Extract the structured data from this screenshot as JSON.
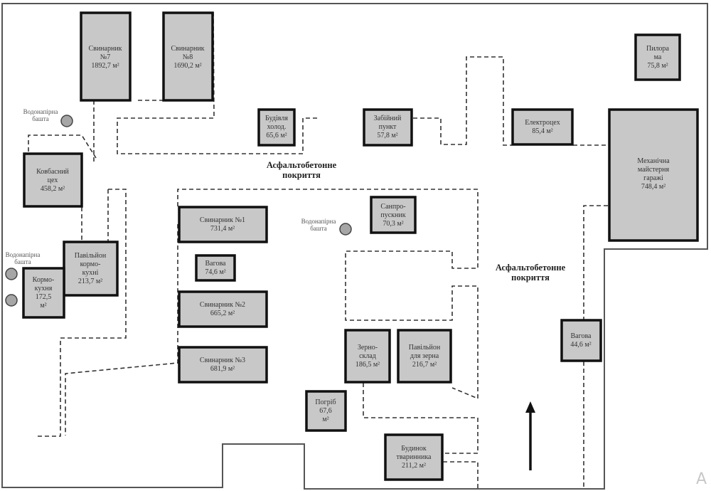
{
  "title": "Site plan of farm buildings",
  "buildings": [
    {
      "id": "svynarnyk-7",
      "lines": [
        "Свинарник",
        "№7",
        "1892,7 м²"
      ]
    },
    {
      "id": "svynarnyk-8",
      "lines": [
        "Свинарник",
        "№8",
        "1690,2 м²"
      ]
    },
    {
      "id": "kovbasnyi-tsekh",
      "lines": [
        "Ковбасний",
        "цех",
        "458,2 м²"
      ]
    },
    {
      "id": "pavilion-kormokukhni",
      "lines": [
        "Павільйон",
        "кормо-",
        "кухні",
        "213,7 м²"
      ]
    },
    {
      "id": "kormokukhnia",
      "lines": [
        "Кормо-",
        "кухня",
        "172,5",
        "м²"
      ]
    },
    {
      "id": "budivlia-kholod",
      "lines": [
        "Будівля",
        "холод.",
        "65,6 м²"
      ]
    },
    {
      "id": "zabiinyi-punkt",
      "lines": [
        "Забійний",
        "пункт",
        "57,8 м²"
      ]
    },
    {
      "id": "elektrotsekh",
      "lines": [
        "Електроцех",
        "85,4 м²"
      ]
    },
    {
      "id": "pylorama",
      "lines": [
        "Пилора",
        "ма",
        "75,8 м²"
      ]
    },
    {
      "id": "mekh-maisternia",
      "lines": [
        "Механічна",
        "майстерня",
        "гаражі",
        "748,4 м²"
      ]
    },
    {
      "id": "svynarnyk-1",
      "lines": [
        "Свинарник №1",
        "731,4 м²"
      ]
    },
    {
      "id": "vagova-1",
      "lines": [
        "Вагова",
        "74,6 м²"
      ]
    },
    {
      "id": "svynarnyk-2",
      "lines": [
        "Свинарник №2",
        "665,2 м²"
      ]
    },
    {
      "id": "svynarnyk-3",
      "lines": [
        "Свинарник №3",
        "681,9 м²"
      ]
    },
    {
      "id": "sanpropusknyk",
      "lines": [
        "Санпро-",
        "пускник",
        "70,3 м²"
      ]
    },
    {
      "id": "zernosklad",
      "lines": [
        "Зерно-",
        "склад",
        "186,5 м²"
      ]
    },
    {
      "id": "pavilion-zerna",
      "lines": [
        "Павільйон",
        "для зерна",
        "216,7 м²"
      ]
    },
    {
      "id": "pogrib",
      "lines": [
        "Погріб",
        "67,6",
        "м²"
      ]
    },
    {
      "id": "budynok-tvarynnyka",
      "lines": [
        "Будинок",
        "тваринника",
        "211,2 м²"
      ]
    },
    {
      "id": "vagova-2",
      "lines": [
        "Вагова",
        "44,6 м²"
      ]
    }
  ],
  "water_towers": [
    {
      "id": "tower-1",
      "lines": [
        "Водонапірна",
        "башта"
      ]
    },
    {
      "id": "tower-2",
      "lines": [
        "Водонапірна",
        "башта"
      ]
    },
    {
      "id": "tower-3",
      "lines": [
        "Водонапірна",
        "башта"
      ]
    }
  ],
  "road_labels": [
    {
      "id": "road-label-1",
      "lines": [
        "Асфальтобетонне",
        "покриття"
      ]
    },
    {
      "id": "road-label-2",
      "lines": [
        "Асфальтобетонне",
        "покриття"
      ]
    }
  ],
  "watermark": "A"
}
